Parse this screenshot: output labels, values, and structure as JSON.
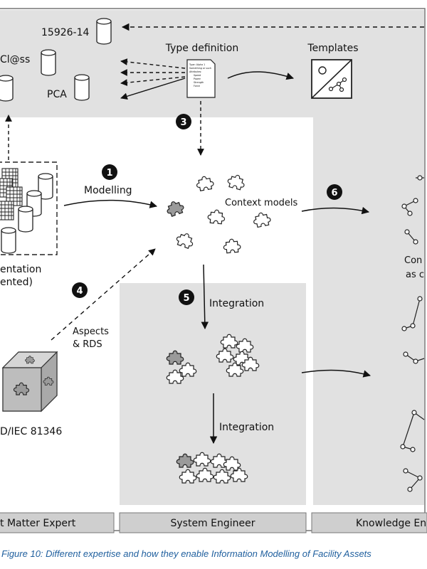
{
  "sources": {
    "std_15926": "15926-14",
    "std_eclass": "Cl@ss",
    "std_pca": "PCA"
  },
  "type_definition": {
    "title": "Type definition",
    "doc_lines": [
      "Type: Alpha 1",
      "Something or such",
      "Attributes:",
      "Speed",
      "Power",
      "Strength",
      "Force"
    ]
  },
  "templates": {
    "title": "Templates"
  },
  "steps": {
    "s1": "❶",
    "s3": "❸",
    "s4": "❹",
    "s5": "❺",
    "s6": "❻"
  },
  "labels": {
    "modelling": "Modelling",
    "context_models": "Context models",
    "integration_1": "Integration",
    "integration_2": "Integration",
    "aspects_1": "Aspects",
    "aspects_2": "& RDS",
    "doc_1": "entation",
    "doc_2": "ented)",
    "iec": "D/IEC 81346",
    "con_1": "Con",
    "con_2": "as c"
  },
  "roles": {
    "sme": "t Matter Expert",
    "se": "System Engineer",
    "ke": "Knowledge En"
  },
  "caption": "Figure 10: Different expertise and how they enable Information Modelling of Facility Assets"
}
